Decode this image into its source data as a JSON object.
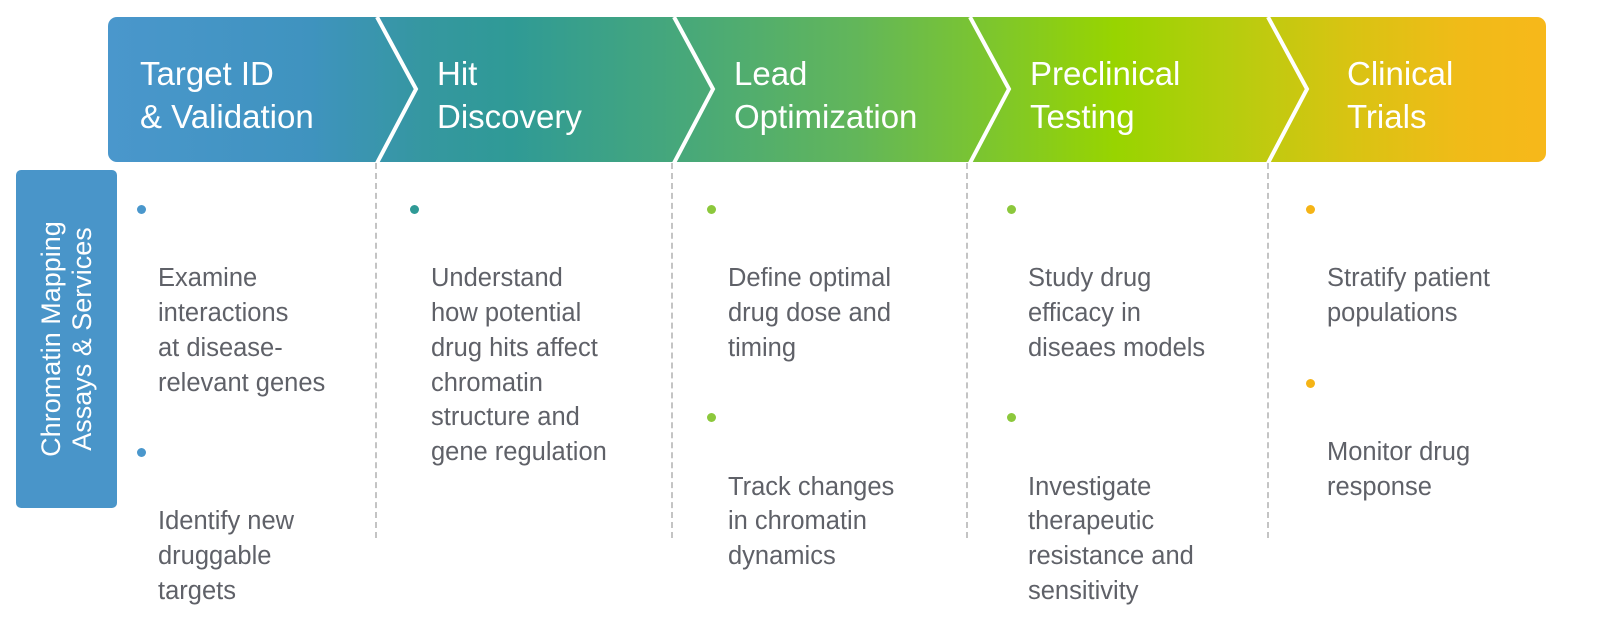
{
  "diagram": {
    "type": "process-flow",
    "row_label": "Chromatin Mapping\nAssays & Services",
    "stages": [
      {
        "title": "Target ID\n& Validation",
        "bullet_color": "#4a97cc",
        "items": [
          "Examine\ninteractions\nat disease-\nrelevant genes",
          "Identify new\ndruggable\ntargets"
        ]
      },
      {
        "title": "Hit\nDiscovery",
        "bullet_color": "#2f9a96",
        "items": [
          "Understand\nhow potential\ndrug hits affect\nchromatin\nstructure and\ngene regulation"
        ]
      },
      {
        "title": "Lead\nOptimization",
        "bullet_color": "#8cc83c",
        "items": [
          "Define optimal\ndrug dose and\ntiming",
          "Track changes\nin chromatin\ndynamics"
        ]
      },
      {
        "title": "Preclinical\nTesting",
        "bullet_color": "#8cc83c",
        "items": [
          "Study drug\nefficacy in\ndiseaes models",
          "Investigate\ntherapeutic\nresistance and\nsensitivity"
        ]
      },
      {
        "title": "Clinical\nTrials",
        "bullet_color": "#f5b416",
        "items": [
          "Stratify patient\npopulations",
          "Monitor drug\nresponse"
        ]
      }
    ]
  },
  "colors": {
    "band_start": "#4a97cc",
    "band_mid": "#98d400",
    "band_end": "#f7b81a",
    "side_label_bg": "#4995c9",
    "body_text": "#5f6168",
    "divider": "#c4c4c4"
  }
}
